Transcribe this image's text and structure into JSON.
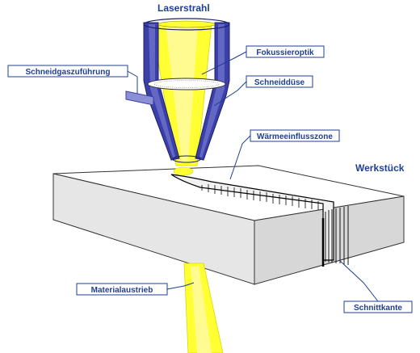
{
  "labels": {
    "laser_beam": "Laserstrahl",
    "workpiece": "Werkstück",
    "cutting_gas_supply": "Schneidgaszuführung",
    "focusing_optics": "Fokussieroptik",
    "cutting_nozzle": "Schneiddüse",
    "heat_affected_zone": "Wärmeeinflusszone",
    "material_ejection": "Materialaustrieb",
    "cut_edge": "Schnittkante"
  },
  "colors": {
    "laser": "#ffff33",
    "nozzle_blue": "#3b3fa8",
    "nozzle_light": "#b9bff0",
    "workpiece_face": "#e6e6e6",
    "workpiece_dark": "#cfcfcf",
    "label_border": "#1f3f8f",
    "label_text": "#1f3f8f"
  }
}
